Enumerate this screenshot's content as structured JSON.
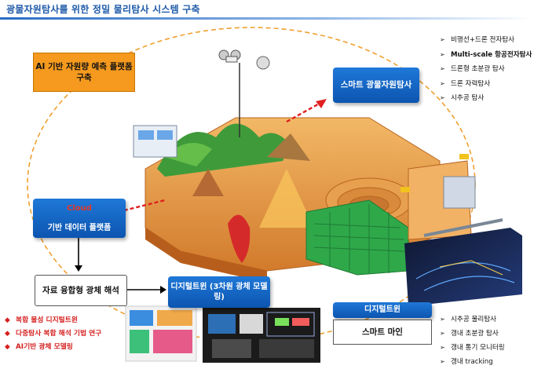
{
  "title": "광물자원탐사를 위한 정밀 물리탐사 시스템 구축",
  "boxes": {
    "ai_platform": "AI 기반 자원량 예측 플랫폼 구축",
    "smart_exploration": "스마트 광물자원탐사",
    "cloud_platform_red": "Cloud",
    "cloud_platform_rest": " 기반 데이터 플랫폼",
    "fusion": "자료 융합형 광체 해석",
    "digital_twin_3d": "디지털트윈 (3차원 광체 모델링)",
    "digital_twin": "디지털트윈",
    "smart_mine": "스마트 마인"
  },
  "smart_exploration_items": [
    "비행선+드론 전자탐사",
    "Multi-scale 항공전자탐사",
    "드론형 초분광 탐사",
    "드론 자력탐사",
    "시추공 탐사"
  ],
  "fusion_items": [
    "복합 물성 디지털트윈",
    "다중탐사 복합 해석 기법 연구",
    "AI기반 광체 모델링"
  ],
  "smart_mine_items": [
    "시추공 물리탐사",
    "갱내 초분광 탐사",
    "갱내 통기 모니터링",
    "갱내 tracking"
  ],
  "icons": {
    "bullet": "arrow-bullet",
    "red_bullet": "red-diamond-bullet"
  },
  "colors": {
    "title": "#1f5aa8",
    "box_blue": "#0c55b0",
    "box_orange": "#f59a1e",
    "red_text": "#d62020",
    "arrow_red": "#e02020"
  }
}
